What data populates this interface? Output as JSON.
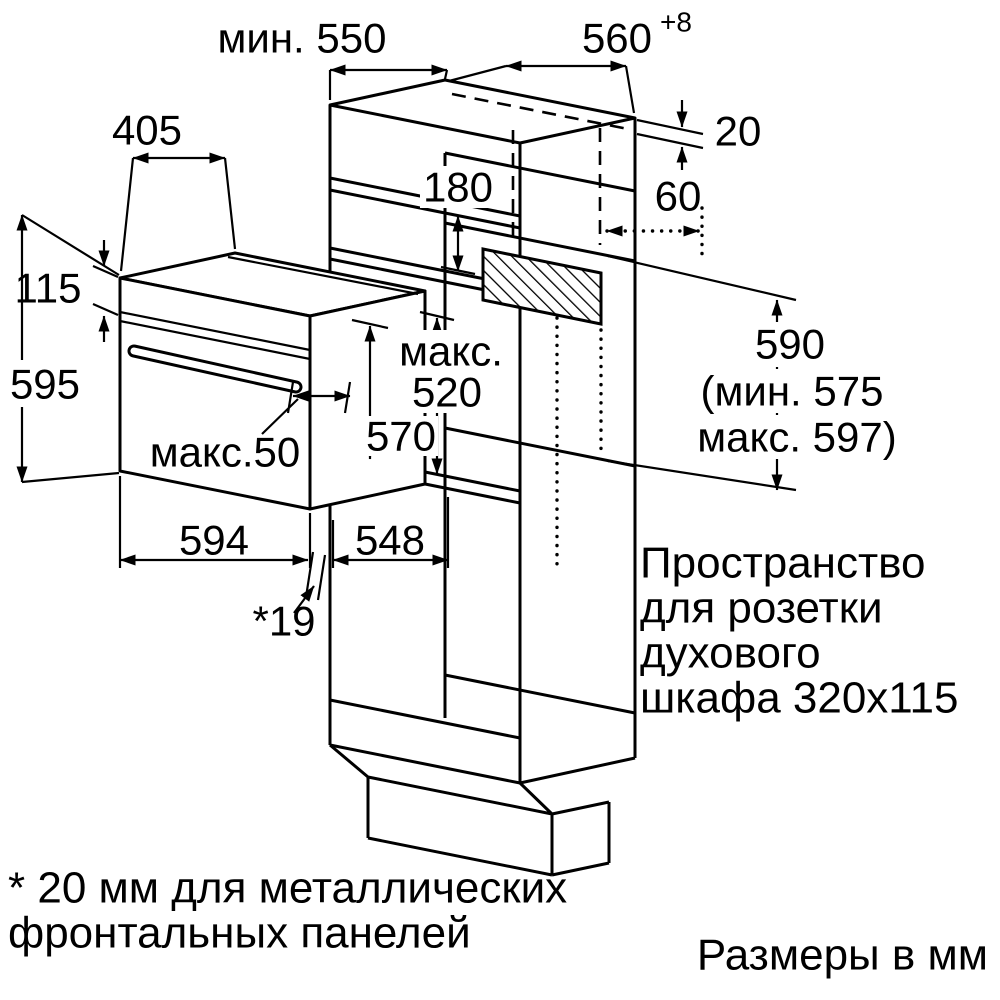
{
  "diagram": {
    "top": {
      "min_depth": "мин. 550",
      "niche_width": "560",
      "niche_width_tol": "+8",
      "back_gap": "20",
      "socket_offset": "60"
    },
    "oven": {
      "depth": "405",
      "panel_height": "115",
      "height": "595",
      "handle_max": "макс.50",
      "width": "594",
      "body_width": "548",
      "front_gap": "*19"
    },
    "niche": {
      "vent": "180",
      "max_label": "макс.",
      "max_height": "520",
      "opening_height": "570",
      "niche_height": "590",
      "niche_height_min": "(мин. 575",
      "niche_height_max": "макс. 597)"
    },
    "socket_note": {
      "line1": "Пространство",
      "line2": "для розетки",
      "line3": "духового",
      "line4": "шкафа 320x115"
    },
    "footnote": {
      "line1": "* 20 мм для металлических",
      "line2": "фронтальных панелей"
    },
    "units_note": "Размеры в мм",
    "colors": {
      "line": "#000000",
      "background": "#ffffff"
    }
  }
}
